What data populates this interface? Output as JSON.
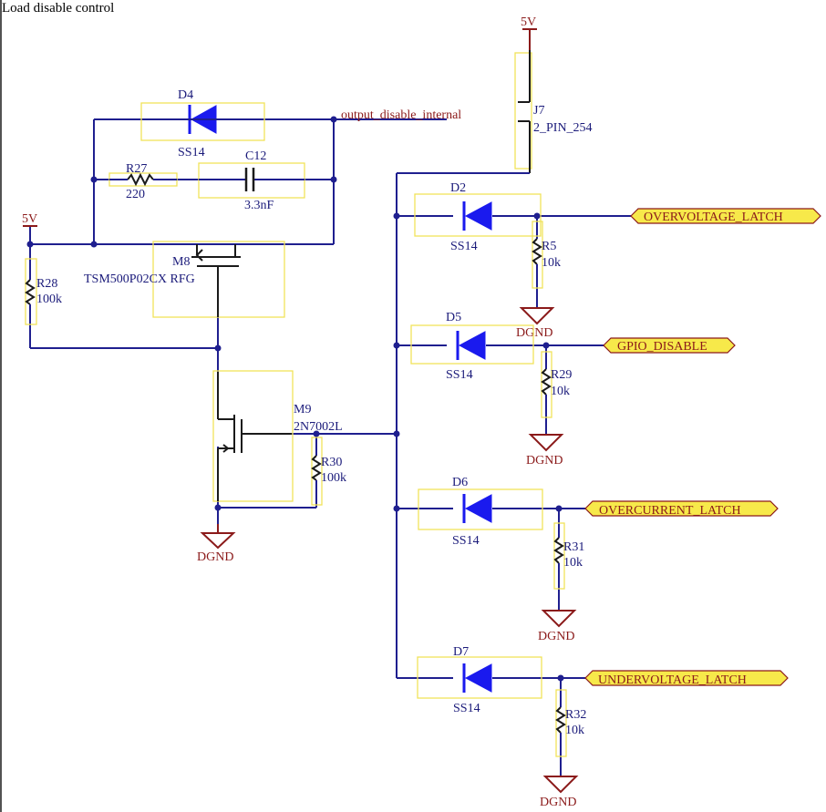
{
  "sheet_title": "Load disable control",
  "power": {
    "vcc": "5V",
    "gnd": "DGND"
  },
  "net_labels": {
    "internal": "output_disable_internal"
  },
  "ports": {
    "ov": "OVERVOLTAGE_LATCH",
    "gpio": "GPIO_DISABLE",
    "oc": "OVERCURRENT_LATCH",
    "uv": "UNDERVOLTAGE_LATCH"
  },
  "components": {
    "d4": {
      "ref": "D4",
      "value": "SS14"
    },
    "r27": {
      "ref": "R27",
      "value": "220"
    },
    "c12": {
      "ref": "C12",
      "value": "3.3nF"
    },
    "m8": {
      "ref": "M8",
      "value": "TSM500P02CX RFG"
    },
    "r28": {
      "ref": "R28",
      "value": "100k"
    },
    "m9": {
      "ref": "M9",
      "value": "2N7002L"
    },
    "r30": {
      "ref": "R30",
      "value": "100k"
    },
    "j7": {
      "ref": "J7",
      "value": "2_PIN_254"
    },
    "d2": {
      "ref": "D2",
      "value": "SS14"
    },
    "r5": {
      "ref": "R5",
      "value": "10k"
    },
    "d5": {
      "ref": "D5",
      "value": "SS14"
    },
    "r29": {
      "ref": "R29",
      "value": "10k"
    },
    "d6": {
      "ref": "D6",
      "value": "SS14"
    },
    "r31": {
      "ref": "R31",
      "value": "10k"
    },
    "d7": {
      "ref": "D7",
      "value": "SS14"
    },
    "r32": {
      "ref": "R32",
      "value": "10k"
    }
  },
  "colors": {
    "wire": "#1f1f8f",
    "diode": "#1a1aee",
    "power": "#8b1a1a",
    "highlight": "#f0e35a",
    "port_fill": "#f7e94a"
  }
}
